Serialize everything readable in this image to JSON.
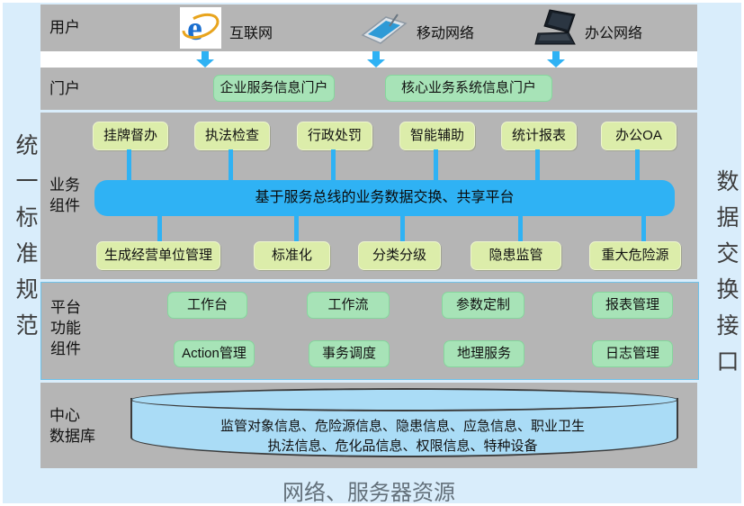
{
  "colors": {
    "accent_blue": "#2fb2f4",
    "panel_gray": "#b5b5b5",
    "page_blue": "#d9edfb",
    "yellow_box": "#dcedaa",
    "green_box": "#a7e3b7",
    "cylinder_blue": "#aadcf6"
  },
  "side_labels": {
    "left": "统一标准规范",
    "right": "数据交换接口"
  },
  "user_row": {
    "label": "用户",
    "items": [
      {
        "icon": "internet-explorer-icon",
        "label": "互联网"
      },
      {
        "icon": "mobile-tablet-icon",
        "label": "移动网络"
      },
      {
        "icon": "laptop-icon",
        "label": "办公网络"
      }
    ]
  },
  "portal_row": {
    "label": "门户",
    "boxes": [
      "企业服务信息门户",
      "核心业务系统信息门户"
    ]
  },
  "business": {
    "label": "业务\n组件",
    "top_boxes": [
      "挂牌督办",
      "执法检查",
      "行政处罚",
      "智能辅助",
      "统计报表",
      "办公OA"
    ],
    "bus_bar": "基于服务总线的业务数据交换、共享平台",
    "bottom_boxes": [
      "生成经营单位管理",
      "标准化",
      "分类分级",
      "隐患监管",
      "重大危险源"
    ]
  },
  "platform": {
    "label": "平台\n功能\n组件",
    "row1": [
      "工作台",
      "工作流",
      "参数定制",
      "报表管理"
    ],
    "row2": [
      "Action管理",
      "事务调度",
      "地理服务",
      "日志管理"
    ]
  },
  "database": {
    "label": "中心\n数据库",
    "lines": [
      "监管对象信息、危险源信息、隐患信息、应急信息、职业卫生",
      "执法信息、危化品信息、权限信息、特种设备"
    ]
  },
  "footer": {
    "caption": "网络、服务器资源"
  }
}
